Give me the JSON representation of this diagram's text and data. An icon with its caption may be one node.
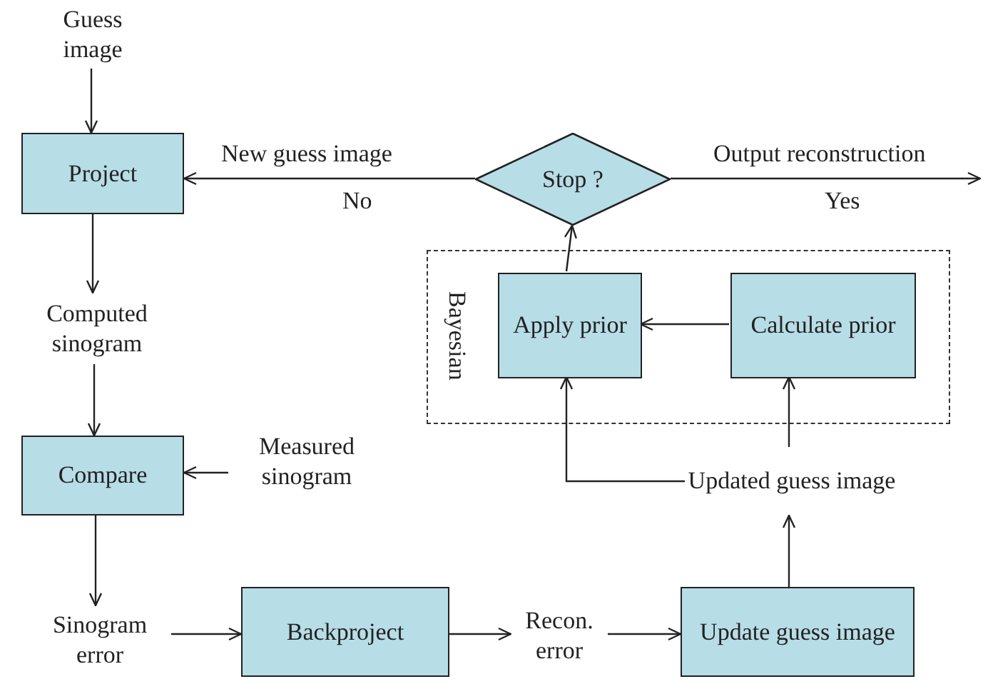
{
  "diagram": {
    "nodes": [
      {
        "text": [
          "Guess image"
        ]
      },
      {
        "text": [
          "Project"
        ]
      },
      {
        "text": [
          "Stop ?"
        ]
      },
      {
        "text": [
          "Computed sinogram"
        ]
      },
      {
        "text": [
          "Bayesian"
        ]
      },
      {
        "text": [
          "Apply prior"
        ],
        "in": 4
      },
      {
        "text": [
          "Calculate prior"
        ],
        "in": 4
      },
      {
        "text": [
          "Compare"
        ]
      },
      {
        "text": [
          "Measured sinogram"
        ]
      },
      {
        "text": [
          "Sinogram error"
        ]
      },
      {
        "text": [
          "Backproject"
        ]
      },
      {
        "text": [
          "Recon. error"
        ]
      },
      {
        "text": [
          "Update guess image"
        ]
      },
      {
        "text": [
          "Updated guess image"
        ]
      }
    ],
    "edges": [
      {
        "from": 0,
        "to": 1,
        "arrow": "to"
      },
      {
        "from": 2,
        "to": 1,
        "arrow": "to",
        "label": "New guess image"
      },
      {
        "from": 2,
        "to": null,
        "arrow": "to",
        "label": "Output reconstruction"
      },
      {
        "from": 1,
        "to": 3,
        "arrow": "to"
      },
      {
        "from": 3,
        "to": 7,
        "arrow": "to"
      },
      {
        "from": 8,
        "to": 7,
        "arrow": "to"
      },
      {
        "from": 7,
        "to": 9,
        "arrow": "to"
      },
      {
        "from": 9,
        "to": 10,
        "arrow": "to"
      },
      {
        "from": 10,
        "to": 11,
        "arrow": "to"
      },
      {
        "from": 11,
        "to": 12,
        "arrow": "to"
      },
      {
        "from": 12,
        "to": 13,
        "arrow": "to"
      },
      {
        "from": 13,
        "to": 5,
        "arrow": "to"
      },
      {
        "from": 13,
        "to": 6,
        "arrow": "to"
      },
      {
        "from": 6,
        "to": 5,
        "arrow": "to"
      },
      {
        "from": 5,
        "to": 2,
        "arrow": "to"
      }
    ],
    "labels": [
      "No",
      "Yes"
    ]
  }
}
